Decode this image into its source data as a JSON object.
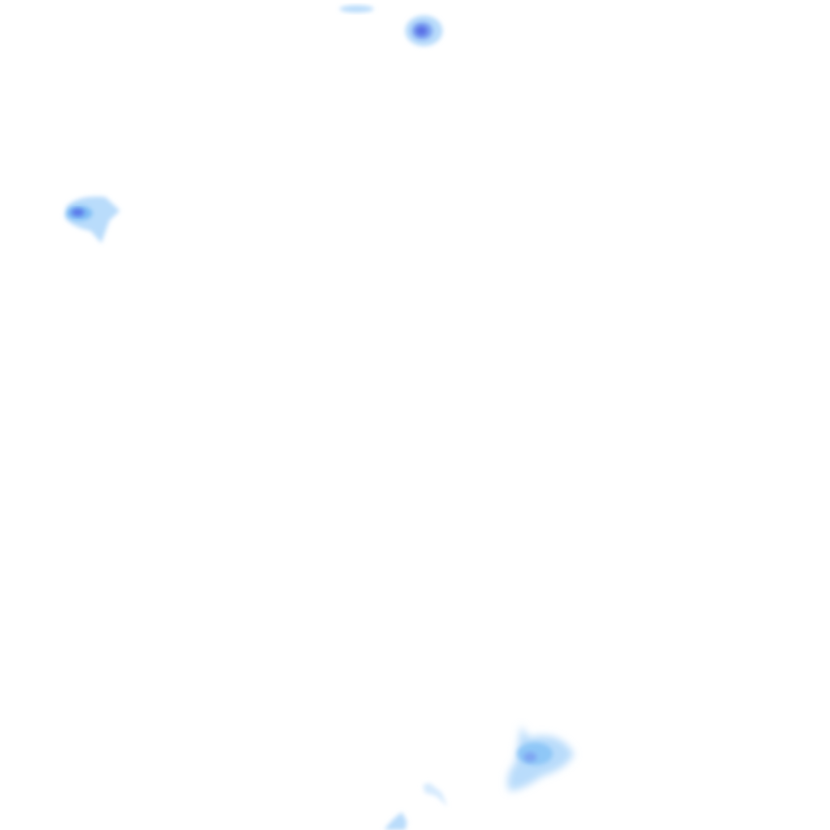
{
  "map": {
    "type": "precipitation-radar-overlay",
    "background_color": "#ffffff",
    "intensity_colors": {
      "light": "#b9dcfb",
      "moderate": "#7fbef5",
      "heavy": "#5a78ea"
    },
    "cells": [
      {
        "id": "top-sliver",
        "intensity": "light"
      },
      {
        "id": "top-blob",
        "intensity": "heavy"
      },
      {
        "id": "left-cell",
        "intensity": "heavy"
      },
      {
        "id": "bottom-right-cell",
        "intensity": "moderate"
      },
      {
        "id": "bottom-small-fleck",
        "intensity": "light"
      },
      {
        "id": "bottom-edge-cell",
        "intensity": "light"
      }
    ]
  }
}
